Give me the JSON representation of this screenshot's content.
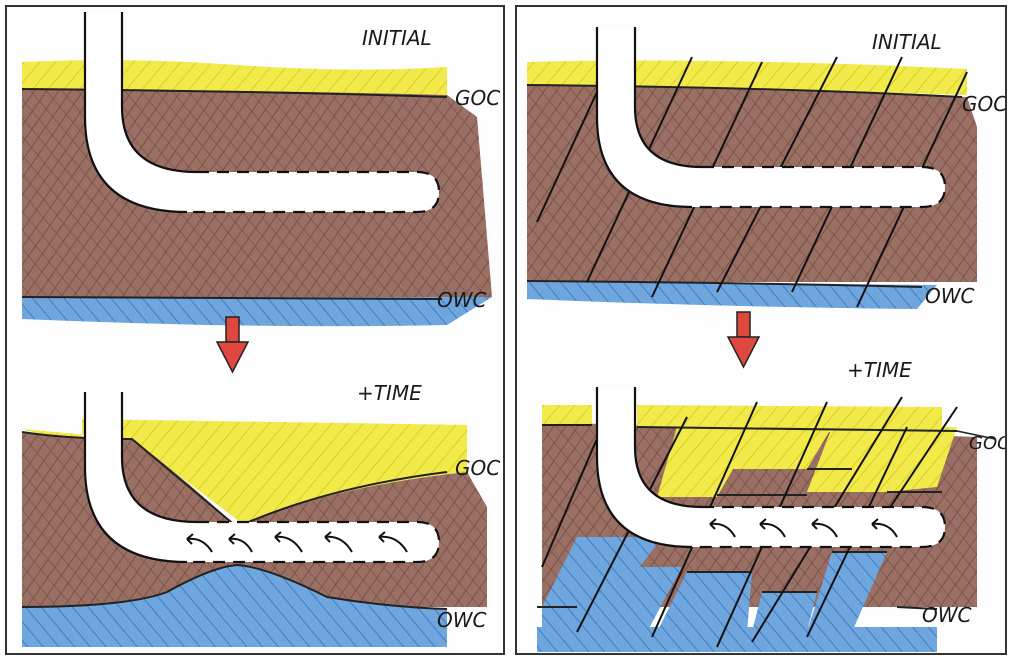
{
  "panels": [
    {
      "name": "vertical-well-no-fractures",
      "initial_label": "INITIAL",
      "time_label": "+TIME",
      "goc_label_top": "GOC",
      "owc_label_top": "OWC",
      "goc_label_bottom": "GOC",
      "owc_label_bottom": "OWC"
    },
    {
      "name": "fractured-reservoir",
      "initial_label": "INITIAL",
      "time_label": "+TIME",
      "goc_label_top": "GOC",
      "owc_label_top": "OWC",
      "goc_label_bottom": "GOC",
      "owc_label_bottom": "OWC"
    }
  ],
  "colors": {
    "gas": "#f2ea4a",
    "oil": "#9a6f64",
    "water": "#6fa6de",
    "arrow": "#e0483f"
  }
}
